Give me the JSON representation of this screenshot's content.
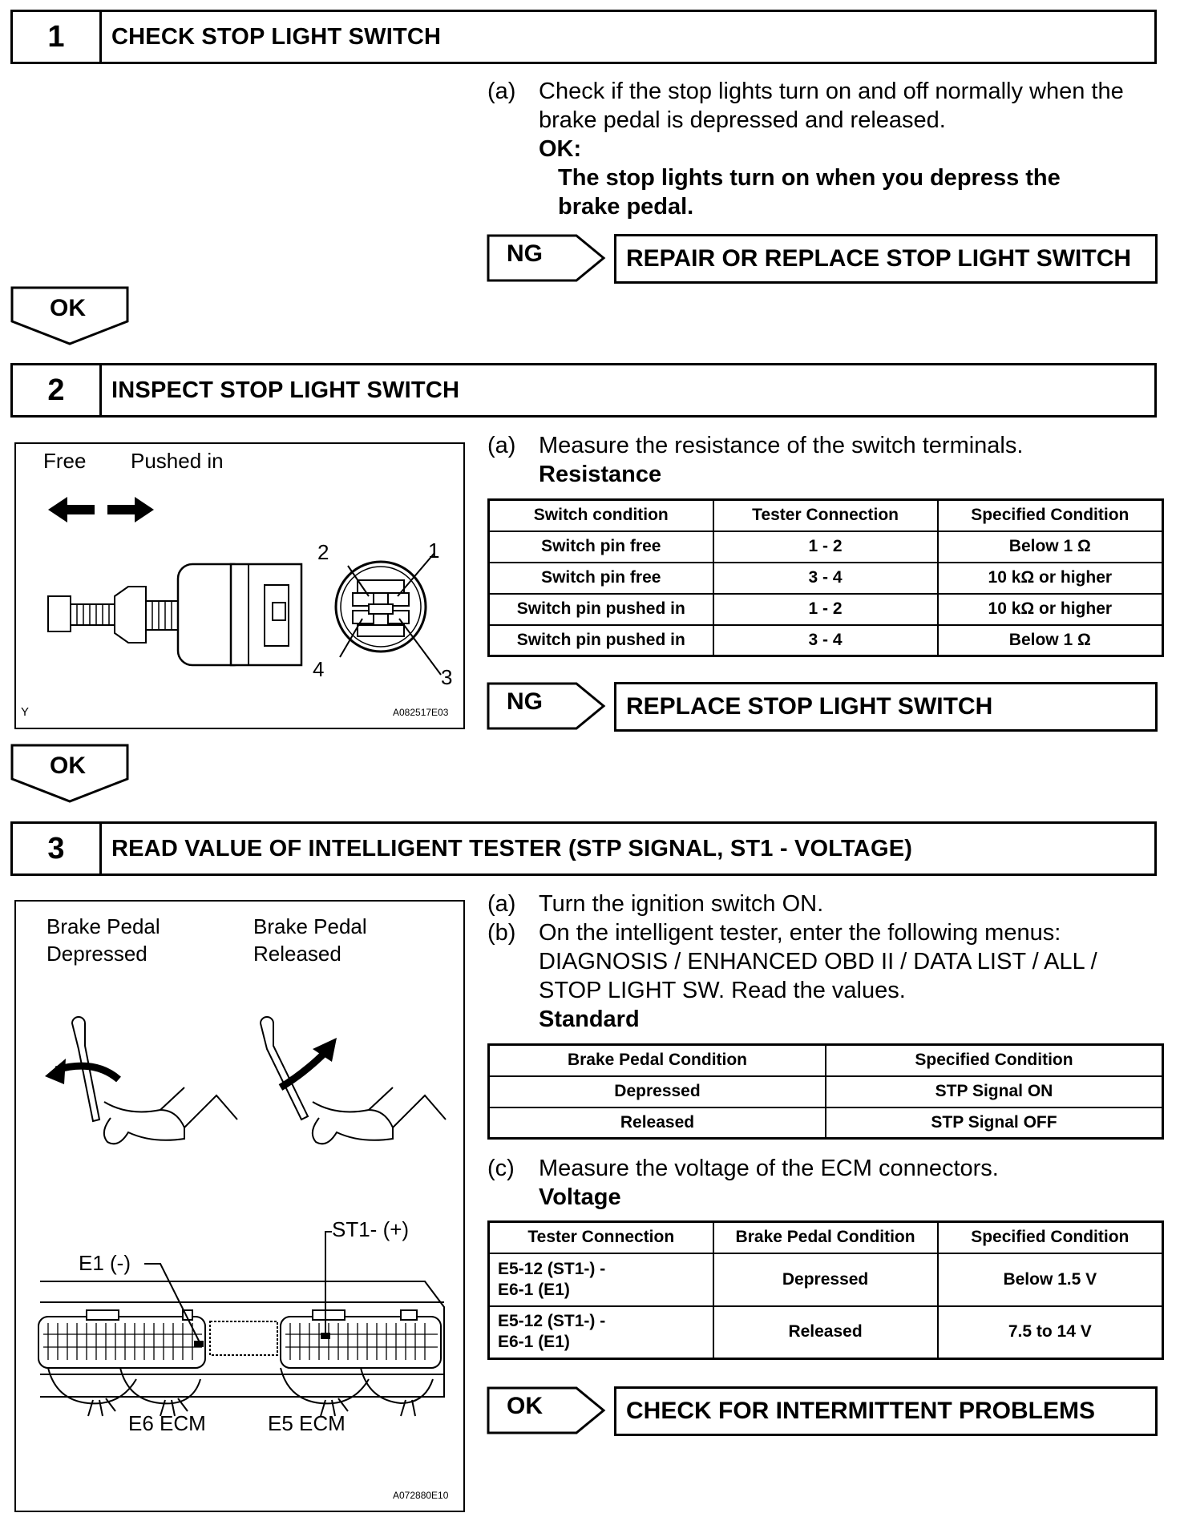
{
  "steps": [
    {
      "num": "1",
      "title": "CHECK STOP LIGHT SWITCH"
    },
    {
      "num": "2",
      "title": "INSPECT STOP LIGHT SWITCH"
    },
    {
      "num": "3",
      "title": "READ VALUE OF INTELLIGENT TESTER (STP SIGNAL, ST1 - VOLTAGE)"
    }
  ],
  "step1": {
    "a_label": "(a)",
    "a_line1": "Check if the stop lights turn on and off normally when the",
    "a_line2": "brake pedal is depressed and released.",
    "ok_label": "OK:",
    "ok_line1": "The stop lights turn on when you depress the",
    "ok_line2": "brake pedal.",
    "ng_tag": "NG",
    "ng_result": "REPAIR OR REPLACE STOP LIGHT SWITCH",
    "ok_tag": "OK"
  },
  "step2": {
    "a_label": "(a)",
    "a_text": "Measure the resistance of the switch terminals.",
    "table_caption": "Resistance",
    "table": {
      "headers": [
        "Switch condition",
        "Tester Connection",
        "Specified Condition"
      ],
      "rows": [
        [
          "Switch pin free",
          "1 - 2",
          "Below 1 Ω"
        ],
        [
          "Switch pin free",
          "3 - 4",
          "10 kΩ or higher"
        ],
        [
          "Switch pin pushed in",
          "1 - 2",
          "10 kΩ or higher"
        ],
        [
          "Switch pin pushed in",
          "3 - 4",
          "Below 1 Ω"
        ]
      ]
    },
    "figure": {
      "free": "Free",
      "pushed_in": "Pushed in",
      "pin1": "1",
      "pin2": "2",
      "pin3": "3",
      "pin4": "4",
      "corner": "Y",
      "code": "A082517E03"
    },
    "ng_tag": "NG",
    "ng_result": "REPLACE STOP LIGHT SWITCH",
    "ok_tag": "OK"
  },
  "step3": {
    "a_label": "(a)",
    "a_text": "Turn the ignition switch ON.",
    "b_label": "(b)",
    "b_line1": "On the intelligent tester, enter the following menus:",
    "b_line2": "DIAGNOSIS / ENHANCED OBD II / DATA LIST / ALL /",
    "b_line3": "STOP LIGHT SW. Read the values.",
    "b_caption": "Standard",
    "std_table": {
      "headers": [
        "Brake Pedal Condition",
        "Specified Condition"
      ],
      "rows": [
        [
          "Depressed",
          "STP Signal ON"
        ],
        [
          "Released",
          "STP Signal OFF"
        ]
      ]
    },
    "c_label": "(c)",
    "c_text": "Measure the voltage of the ECM connectors.",
    "c_caption": "Voltage",
    "volt_table": {
      "headers": [
        "Tester Connection",
        "Brake Pedal Condition",
        "Specified Condition"
      ],
      "rows": [
        [
          "E5-12 (ST1-) -",
          "E6-1 (E1)",
          "Depressed",
          "Below 1.5 V"
        ],
        [
          "E5-12 (ST1-) -",
          "E6-1 (E1)",
          "Released",
          "7.5 to 14 V"
        ]
      ]
    },
    "figure": {
      "depressed_l1": "Brake Pedal",
      "depressed_l2": "Depressed",
      "released_l1": "Brake Pedal",
      "released_l2": "Released",
      "e1": "E1 (-)",
      "st1": "ST1- (+)",
      "e6": "E6 ECM",
      "e5": "E5 ECM",
      "code": "A072880E10"
    },
    "ok_tag": "OK",
    "ok_result": "CHECK FOR INTERMITTENT PROBLEMS"
  }
}
